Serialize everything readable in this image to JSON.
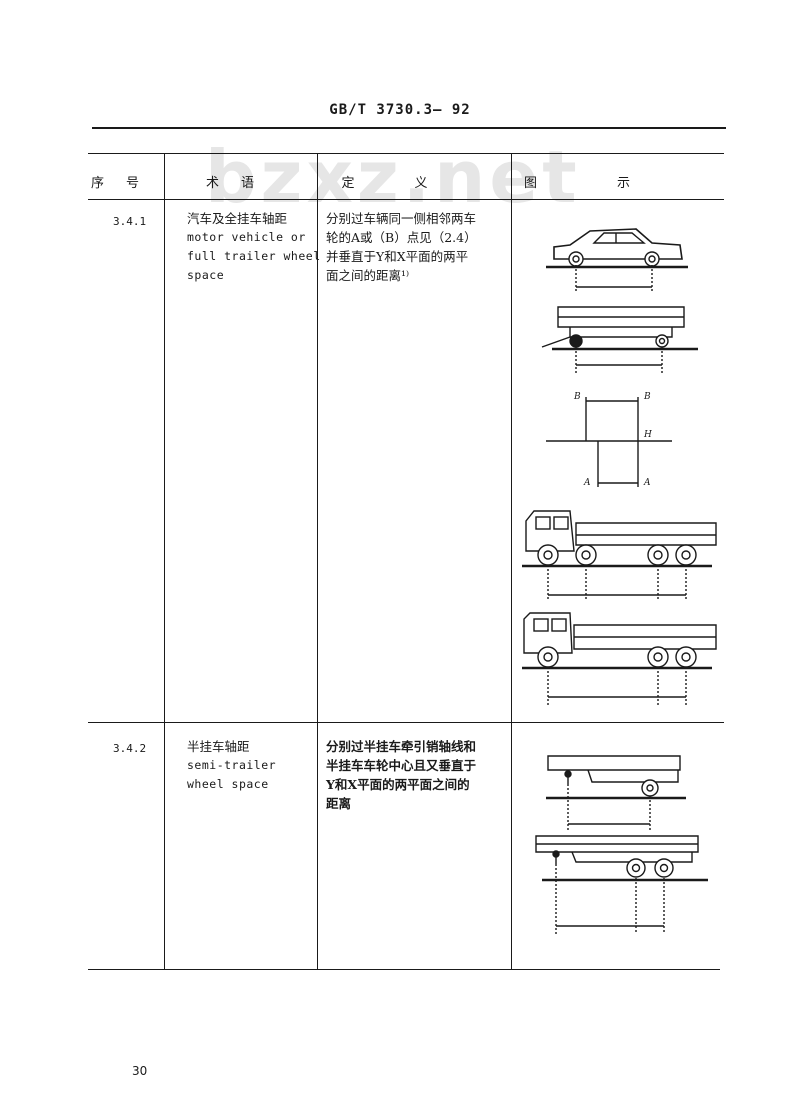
{
  "header": {
    "standard_code": "GB/T 3730.3— 92"
  },
  "watermark": "bzxz.net",
  "table": {
    "columns": [
      "序号",
      "术语",
      "定义",
      "图示"
    ],
    "rows": [
      {
        "number": "3.4.1",
        "term_cn": "汽车及全挂车轴距",
        "term_en": [
          "motor vehicle or",
          "full trailer wheel",
          "space"
        ],
        "definition_lines": [
          "分别过车辆同一侧相邻两车",
          "轮的A或（B）点见（2.4）",
          "并垂直于Y和X平面的两平",
          "面之间的距离¹⁾"
        ],
        "figure_labels": [
          "B",
          "B",
          "H",
          "A",
          "A"
        ]
      },
      {
        "number": "3.4.2",
        "term_cn": "半挂车轴距",
        "term_en": [
          "semi-trailer",
          "wheel space"
        ],
        "definition_lines": [
          "分别过半挂车牵引销轴线和",
          "半挂车车轮中心且又垂直于",
          "Y和X平面的两平面之间的",
          "距离"
        ]
      }
    ]
  },
  "page_number": "30"
}
